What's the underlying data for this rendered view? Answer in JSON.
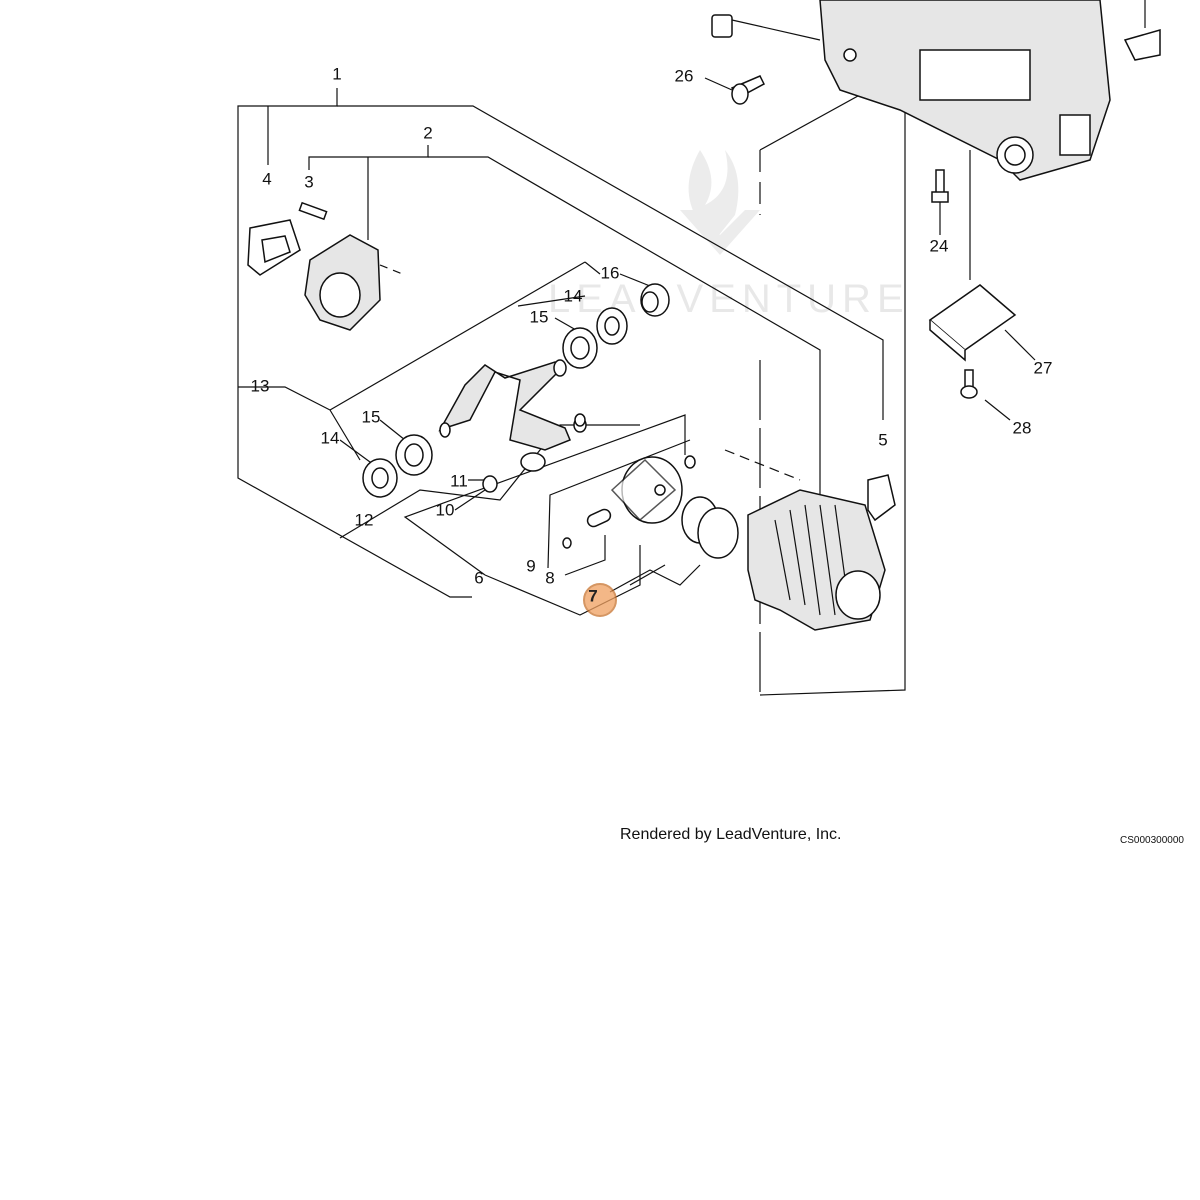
{
  "callouts": {
    "c1": "1",
    "c2": "2",
    "c3": "3",
    "c4": "4",
    "c5": "5",
    "c6": "6",
    "c7": "7",
    "c8": "8",
    "c9": "9",
    "c10": "10",
    "c11": "11",
    "c12": "12",
    "c13": "13",
    "c14a": "14",
    "c14b": "14",
    "c15a": "15",
    "c15b": "15",
    "c16": "16",
    "c24": "24",
    "c26": "26",
    "c27": "27",
    "c28": "28"
  },
  "highlight": {
    "label": "7",
    "color": "#f0a060"
  },
  "watermark": "LEADVENTURE",
  "footer": {
    "credit": "Rendered by LeadVenture, Inc.",
    "code": "CS000300000"
  }
}
